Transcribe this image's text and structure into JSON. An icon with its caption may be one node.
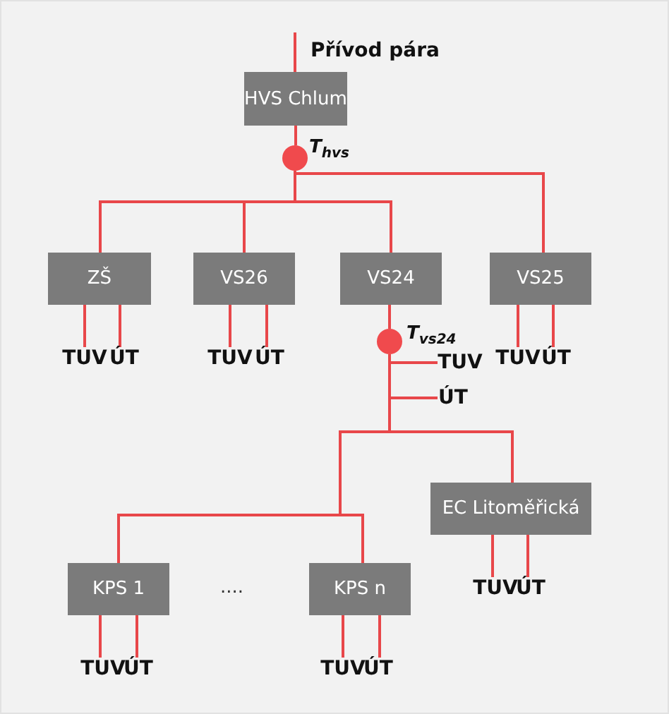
{
  "diagram": {
    "nodes": [
      {
        "text": [
          "HVS Chlum"
        ]
      },
      {
        "text": [],
        "shape": "circle",
        "beside": [
          "T$_{hvs}$"
        ]
      },
      {
        "text": [
          "ZŠ"
        ]
      },
      {
        "text": [
          "VS26"
        ]
      },
      {
        "text": [
          "VS24"
        ]
      },
      {
        "text": [
          "VS25"
        ]
      },
      {
        "text": [
          "TUV"
        ]
      },
      {
        "text": [
          "ÚT"
        ]
      },
      {
        "text": [
          "TUV"
        ]
      },
      {
        "text": [
          "ÚT"
        ]
      },
      {
        "text": [],
        "shape": "circle",
        "beside": [
          "T$_{vs24}$"
        ]
      },
      {
        "text": [
          "TUV"
        ]
      },
      {
        "text": [
          "ÚT"
        ]
      },
      {
        "text": [
          "TUV"
        ]
      },
      {
        "text": [
          "ÚT"
        ]
      },
      {
        "text": [
          "EC Litoměřická"
        ]
      },
      {
        "text": [
          "KPS 1"
        ]
      },
      {
        "text": [
          "KPS n"
        ]
      },
      {
        "text": [
          "TUV"
        ]
      },
      {
        "text": [
          "ÚT"
        ]
      },
      {
        "text": [
          "TUV"
        ]
      },
      {
        "text": [
          "ÚT"
        ]
      },
      {
        "text": [
          "TUV"
        ]
      },
      {
        "text": [
          "ÚT"
        ]
      }
    ],
    "edges": [
      {
        "from": null,
        "to": 0,
        "arrow": "none",
        "label": "Přívod pára"
      },
      {
        "from": 0,
        "to": 1,
        "arrow": "none"
      },
      {
        "from": 1,
        "to": 2,
        "arrow": "none"
      },
      {
        "from": 1,
        "to": 3,
        "arrow": "none"
      },
      {
        "from": 1,
        "to": 4,
        "arrow": "none"
      },
      {
        "from": 1,
        "to": 5,
        "arrow": "none"
      },
      {
        "from": 2,
        "to": 6,
        "arrow": "none"
      },
      {
        "from": 2,
        "to": 7,
        "arrow": "none"
      },
      {
        "from": 3,
        "to": 8,
        "arrow": "none"
      },
      {
        "from": 3,
        "to": 9,
        "arrow": "none"
      },
      {
        "from": 4,
        "to": 10,
        "arrow": "none"
      },
      {
        "from": 5,
        "to": 11,
        "arrow": "none"
      },
      {
        "from": 5,
        "to": 12,
        "arrow": "none"
      },
      {
        "from": 10,
        "to": 13,
        "arrow": "none"
      },
      {
        "from": 10,
        "to": 14,
        "arrow": "none"
      },
      {
        "from": 10,
        "to": 15,
        "arrow": "none"
      },
      {
        "from": 10,
        "to": 16,
        "arrow": "none"
      },
      {
        "from": 10,
        "to": 17,
        "arrow": "none"
      },
      {
        "from": 15,
        "to": 18,
        "arrow": "none"
      },
      {
        "from": 15,
        "to": 19,
        "arrow": "none"
      },
      {
        "from": 16,
        "to": 20,
        "arrow": "none"
      },
      {
        "from": 16,
        "to": 21,
        "arrow": "none"
      },
      {
        "from": 17,
        "to": 22,
        "arrow": "none"
      },
      {
        "from": 17,
        "to": 23,
        "arrow": "none"
      }
    ],
    "labels": [
      "...."
    ]
  }
}
